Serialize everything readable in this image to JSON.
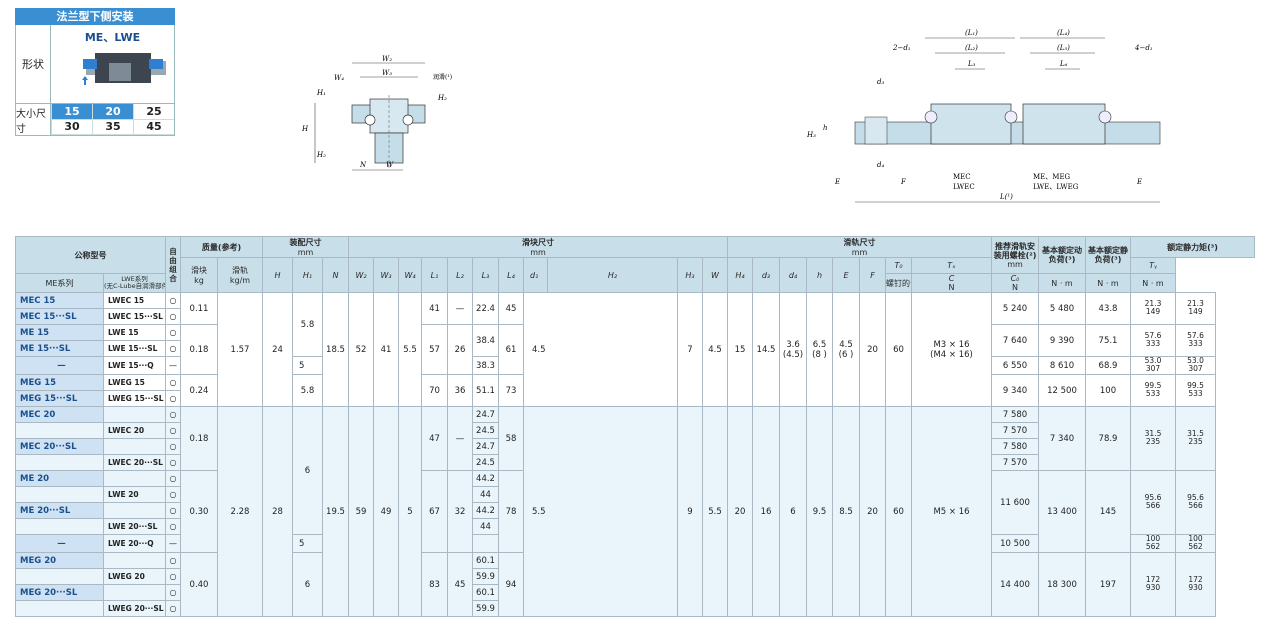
{
  "info": {
    "mount_title": "法兰型下侧安装",
    "shape_label": "形状",
    "model_label": "ME、LWE",
    "size_label": "大小尺寸",
    "sizes": [
      "15",
      "20",
      "25",
      "30",
      "35",
      "45"
    ],
    "highlighted_sizes": [
      "15",
      "20"
    ]
  },
  "diagram_labels": {
    "left": {
      "w2": "W₂",
      "w3": "W₃",
      "w4": "W₄",
      "h": "H",
      "h1": "H₁",
      "h2": "H₂",
      "n": "N",
      "w": "W",
      "grease": "润滑(¹)"
    },
    "right": {
      "l1": "(L₁)",
      "l2": "(L₂)",
      "l3": "L₃",
      "l4": "(L₄)",
      "l5": "(L₅)",
      "l6": "L₆",
      "d1": "2−d₁",
      "d2": "4−d₁",
      "d3": "d₃",
      "d4": "d₄",
      "h3": "H₃",
      "hh": "h",
      "e1": "E",
      "f": "F",
      "e2": "E",
      "ltot": "L(¹)",
      "mec": "MEC",
      "lwec": "LWEC",
      "me_meg": "ME、MEG",
      "lwe_lweg": "LWE、LWEG"
    }
  },
  "table": {
    "headers": {
      "nominal": "公称型号",
      "me_series": "ME系列",
      "lwe_series": "LWE系列",
      "lwe_note": "(无C-Lube自润滑部件)",
      "free_combo": "自由组合",
      "mass": "质量(参考)",
      "block": "滑块",
      "rail": "滑轨",
      "kg": "kg",
      "kgm": "kg/m",
      "assembly": "装配尺寸",
      "block_dim": "滑块尺寸",
      "rail_dim": "滑轨尺寸",
      "mm": "mm",
      "bolt": "推荐滑轨安装用螺栓(²)",
      "bolt_mm": "mm",
      "bolt_sub": "螺钉的公称 × ℓ",
      "dyn": "基本额定动负荷(³)",
      "stat": "基本额定静负荷(³)",
      "moment": "额定静力矩(³)",
      "H": "H",
      "H1": "H₁",
      "N": "N",
      "W2": "W₂",
      "W3": "W₃",
      "W4": "W₄",
      "L1": "L₁",
      "L2": "L₂",
      "L3": "L₃",
      "L4": "L₄",
      "d1": "d₁",
      "H2": "H₂",
      "H3": "H₃",
      "W": "W",
      "H4": "H₄",
      "d3": "d₃",
      "d4": "d₄",
      "h": "h",
      "E": "E",
      "F": "F",
      "C": "C",
      "C0": "C₀",
      "T0": "T₀",
      "TX": "Tₓ",
      "TY": "Tᵧ",
      "N_unit": "N",
      "Nm": "N · m"
    },
    "circle": "○",
    "dash": "—",
    "g1_rows": [
      {
        "me": "MEC 15",
        "lwe": "LWEC 15",
        "fc": "○",
        "L1": "41",
        "L2": "—",
        "L3": "22.4",
        "C": "5 240",
        "C0": "5 480",
        "T0": "43.8",
        "TX": "21.3",
        "TX2": "149",
        "TY": "21.3",
        "TY2": "149"
      },
      {
        "me": "MEC 15···SL",
        "lwe": "LWEC 15···SL",
        "fc": "○"
      },
      {
        "me": "ME 15",
        "lwe": "LWE 15",
        "fc": "○",
        "L1": "57",
        "L2": "26",
        "L3": "38.4",
        "C": "7 640",
        "C0": "9 390",
        "T0": "75.1",
        "TX": "57.6",
        "TX2": "333",
        "TY": "57.6",
        "TY2": "333"
      },
      {
        "me": "ME 15···SL",
        "lwe": "LWE 15···SL",
        "fc": "○"
      },
      {
        "me": "—",
        "lwe": "LWE 15···Q",
        "fc": "—",
        "H1": "5",
        "L3": "38.3",
        "C": "6 550",
        "C0": "8 610",
        "T0": "68.9",
        "TX": "53.0",
        "TX2": "307",
        "TY": "53.0",
        "TY2": "307"
      },
      {
        "me": "MEG 15",
        "lwe": "LWEG 15",
        "fc": "○",
        "L1": "70",
        "L2": "36",
        "L3": "51.1",
        "L4": "73",
        "C": "9 340",
        "C0": "12 500",
        "T0": "100",
        "TX": "99.5",
        "TX2": "533",
        "TY": "99.5",
        "TY2": "533"
      },
      {
        "me": "MEG 15···SL",
        "lwe": "LWEG 15···SL",
        "fc": "○"
      }
    ],
    "g1_common": {
      "mass_a": "0.11",
      "mass_b": "0.18",
      "mass_c": "0.24",
      "rail": "1.57",
      "H": "24",
      "H1a": "5.8",
      "H1c": "5.8",
      "N": "18.5",
      "W2": "52",
      "W3": "41",
      "W4": "5.5",
      "L4a": "45",
      "L4b": "61",
      "d1": "4.5",
      "H2": "7",
      "H3": "4.5",
      "W": "15",
      "H4": "14.5",
      "d3": "3.6",
      "d3b": "(4.5)",
      "d4": "6.5",
      "d4b": "(8 )",
      "h": "4.5",
      "hb": "(6 )",
      "E": "20",
      "F": "60",
      "bolt": "M3 × 16",
      "bolt2": "(M4 × 16)"
    },
    "g2_rows": [
      {
        "me": "MEC 20",
        "lwe": "",
        "fc": "○",
        "L3": "24.7",
        "C": "7 580"
      },
      {
        "me": "",
        "lwe": "LWEC 20",
        "fc": "○",
        "L3": "24.5",
        "C": "7 570"
      },
      {
        "me": "MEC 20···SL",
        "lwe": "",
        "fc": "○",
        "L3": "24.7",
        "C": "7 580"
      },
      {
        "me": "",
        "lwe": "LWEC 20···SL",
        "fc": "○",
        "L3": "24.5",
        "C": "7 570"
      },
      {
        "me": "ME 20",
        "lwe": "",
        "fc": "○",
        "L3": "44.2"
      },
      {
        "me": "",
        "lwe": "LWE 20",
        "fc": "○",
        "L3": "44"
      },
      {
        "me": "ME 20···SL",
        "lwe": "",
        "fc": "○",
        "L3": "44.2"
      },
      {
        "me": "",
        "lwe": "LWE 20···SL",
        "fc": "○",
        "L3": "44"
      },
      {
        "me": "—",
        "lwe": "LWE 20···Q",
        "fc": "—",
        "H1": "5"
      },
      {
        "me": "MEG 20",
        "lwe": "",
        "fc": "○",
        "L3": "60.1"
      },
      {
        "me": "",
        "lwe": "LWEG 20",
        "fc": "○",
        "L3": "59.9"
      },
      {
        "me": "MEG 20···SL",
        "lwe": "",
        "fc": "○",
        "L3": "60.1"
      },
      {
        "me": "",
        "lwe": "LWEG 20···SL",
        "fc": "○",
        "L3": "59.9"
      }
    ],
    "g2_common": {
      "mass_a": "0.18",
      "mass_b": "0.30",
      "mass_c": "0.40",
      "rail": "2.28",
      "H": "28",
      "H1a": "6",
      "H1c": "6",
      "N": "19.5",
      "W2": "59",
      "W3": "49",
      "W4": "5",
      "L1a": "47",
      "L2a": "—",
      "L1b": "67",
      "L2b": "32",
      "L1c": "83",
      "L2c": "45",
      "L4a": "58",
      "L4b": "78",
      "L4c": "94",
      "d1": "5.5",
      "H2": "9",
      "H3": "5.5",
      "W": "20",
      "H4": "16",
      "d3": "6",
      "d4": "9.5",
      "h": "8.5",
      "E": "20",
      "F": "60",
      "bolt": "M5 × 16",
      "C0a": "7 340",
      "T0a": "78.9",
      "TXa": "31.5",
      "TXa2": "235",
      "Cb": "11 600",
      "Cq": "10 500",
      "C0b": "13 400",
      "T0b": "145",
      "TXb": "95.6",
      "TXb2": "566",
      "TXq": "100",
      "TXq2": "562",
      "Cc": "14 400",
      "C0c": "18 300",
      "T0c": "197",
      "TXc": "172",
      "TXc2": "930"
    }
  },
  "colors": {
    "accent": "#3a8fd3",
    "header_bg": "#c8dfea",
    "me_cell": "#cfe2f3",
    "group2_bg": "#e9f5fb"
  }
}
